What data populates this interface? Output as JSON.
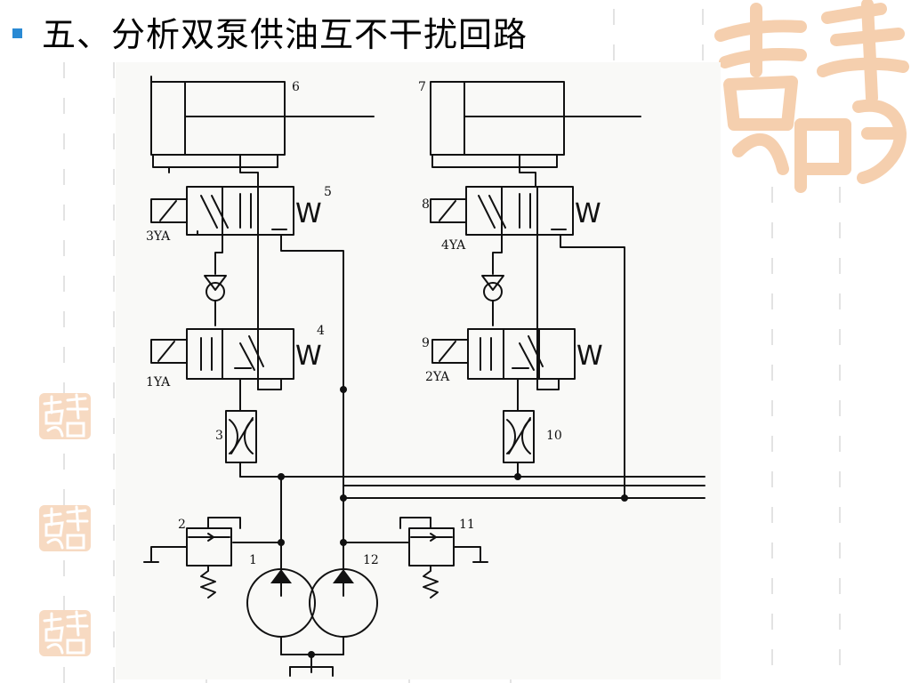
{
  "slide": {
    "title": "五、分析双泵供油互不干扰回路",
    "bullet_color": "#2a8ad4",
    "seal_color": "#f5cfae"
  },
  "diagram": {
    "labels": {
      "cyl_left": "6",
      "cyl_right": "7",
      "valve_top_left": "5",
      "valve_top_right": "8",
      "valve_mid_left": "4",
      "valve_mid_right": "9",
      "throttle_left": "3",
      "throttle_right": "10",
      "relief_left": "2",
      "relief_right": "11",
      "pump_left": "1",
      "pump_right": "12",
      "sol_3ya": "3YA",
      "sol_4ya": "4YA",
      "sol_1ya": "1YA",
      "sol_2ya": "2YA",
      "spring_w": "W"
    }
  }
}
